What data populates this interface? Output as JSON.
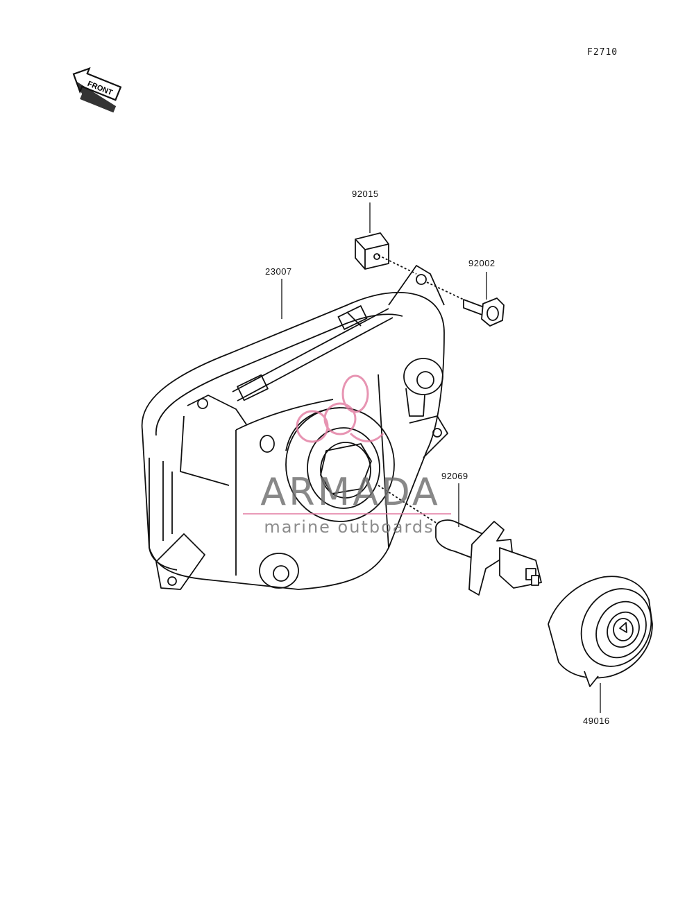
{
  "figure": {
    "code": "F2710",
    "front_label": "FRONT"
  },
  "callouts": [
    {
      "part": "92015"
    },
    {
      "part": "23007"
    },
    {
      "part": "92002"
    },
    {
      "part": "92069"
    },
    {
      "part": "49016"
    }
  ],
  "watermark": {
    "brand": "ARMADA",
    "tagline": "marine outboards",
    "accent_color": "#e27aa0"
  }
}
